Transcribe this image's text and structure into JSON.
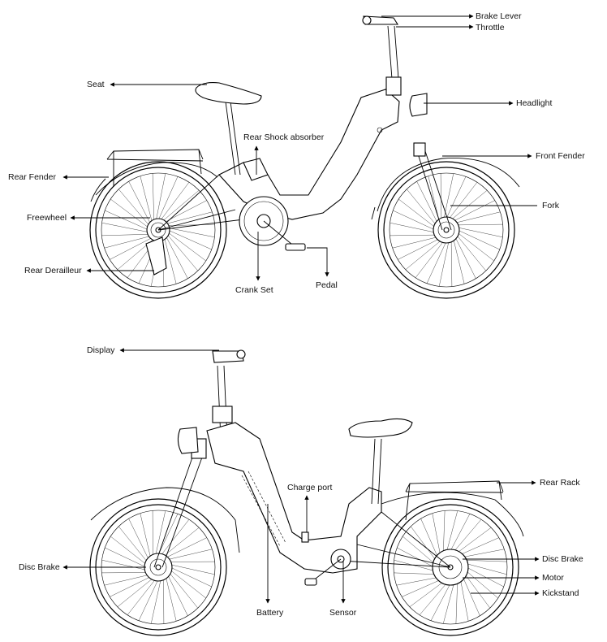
{
  "labels": {
    "brake_lever": "Brake Lever",
    "throttle": "Throttle",
    "seat": "Seat",
    "headlight": "Headlight",
    "rear_shock_absorber": "Rear Shock absorber",
    "front_fender": "Front Fender",
    "rear_fender": "Rear Fender",
    "fork": "Fork",
    "freewheel": "Freewheel",
    "rear_derailleur": "Rear Derailleur",
    "crank_set": "Crank Set",
    "pedal": "Pedal",
    "display": "Display",
    "charge_port": "Charge port",
    "rear_rack": "Rear Rack",
    "disc_brake_front": "Disc Brake",
    "disc_brake_rear": "Disc Brake",
    "motor": "Motor",
    "kickstand": "Kickstand",
    "battery": "Battery",
    "sensor": "Sensor"
  },
  "colors": {
    "ink": "#000000",
    "background": "#ffffff"
  }
}
